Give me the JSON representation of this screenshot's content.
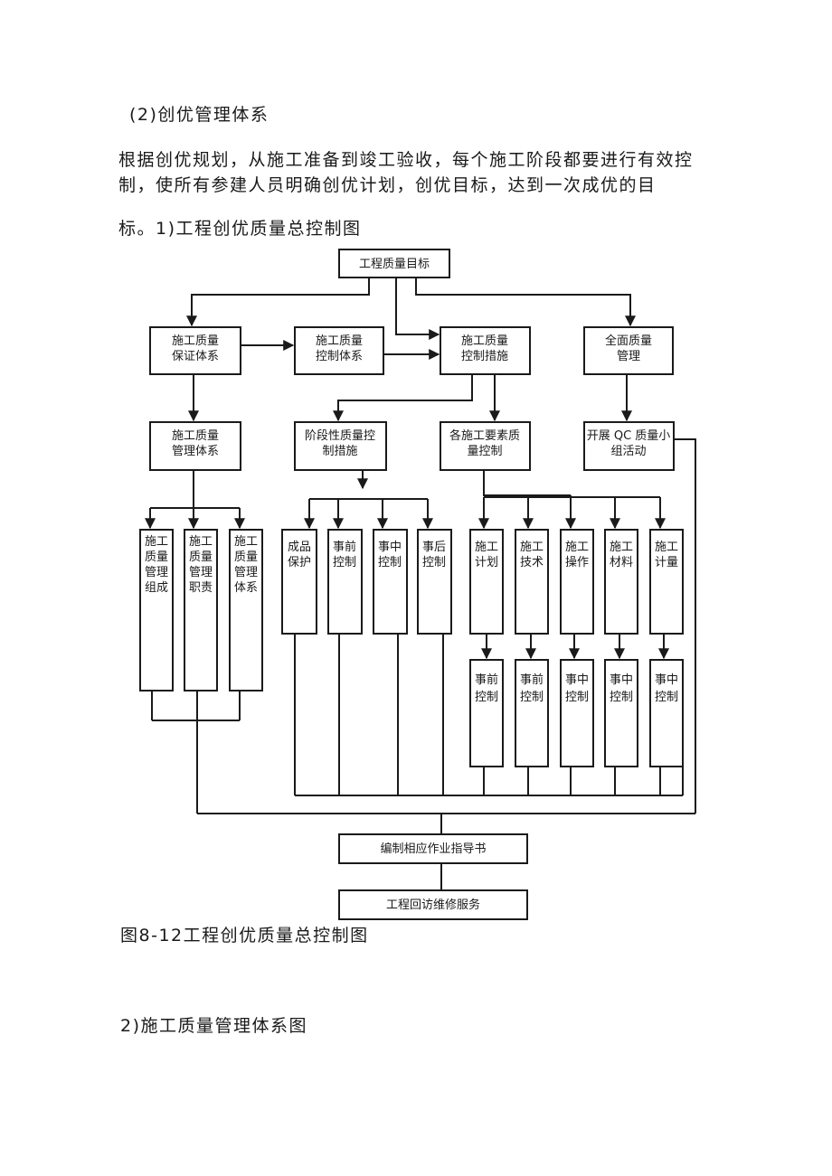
{
  "doc": {
    "heading_2": "(2)创优管理体系",
    "para_line1": "根据创优规划，从施工准备到竣工验收，每个施工阶段都要进行有效控",
    "para_line2": "制，使所有参建人员明确创优计划，创优目标，达到一次成优的目",
    "para_line3": "标。1)工程创优质量总控制图",
    "caption": "图8-12工程创优质量总控制图",
    "heading_next": "2)施工质量管理体系图"
  },
  "diagram": {
    "goal": "工程质量目标",
    "assurance": [
      "施工质量",
      "保证体系"
    ],
    "control_system": [
      "施工质量",
      "控制体系"
    ],
    "control_measures": [
      "施工质量",
      "控制措施"
    ],
    "tqm": [
      "全面质量",
      "管理"
    ],
    "mgmt_system": [
      "施工质量",
      "管理体系"
    ],
    "stage_control": [
      "阶段性质量控",
      "制措施"
    ],
    "element_control": [
      "各施工要素质",
      "量控制"
    ],
    "qc": [
      "开展 QC 质量小",
      "组活动"
    ],
    "mgmt_children": [
      [
        "施工",
        "质量",
        "管理",
        "组成"
      ],
      [
        "施工",
        "质量",
        "管理",
        "职责"
      ],
      [
        "施工",
        "质量",
        "管理",
        "体系"
      ]
    ],
    "stage_children": [
      [
        "成品",
        "保护"
      ],
      [
        "事前",
        "控制"
      ],
      [
        "事中",
        "控制"
      ],
      [
        "事后",
        "控制"
      ]
    ],
    "element_children": [
      [
        "施工",
        "计划"
      ],
      [
        "施工",
        "技术"
      ],
      [
        "施工",
        "操作"
      ],
      [
        "施工",
        "材料"
      ],
      [
        "施工",
        "计量"
      ]
    ],
    "element_sub": [
      [
        "事前",
        "控制"
      ],
      [
        "事前",
        "控制"
      ],
      [
        "事中",
        "控制"
      ],
      [
        "事中",
        "控制"
      ],
      [
        "事中",
        "控制"
      ]
    ],
    "guide": "编制相应作业指导书",
    "service": "工程回访维修服务"
  }
}
